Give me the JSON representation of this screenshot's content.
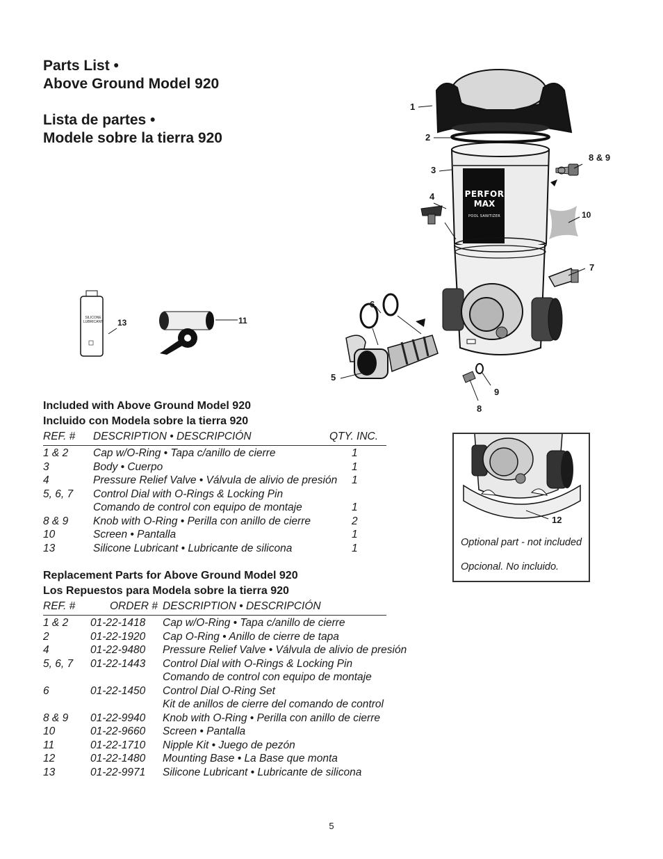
{
  "heading": {
    "line1": "Parts List •",
    "line2": "Above Ground Model 920",
    "line3": "Lista de partes •",
    "line4": "Modele sobre la tierra 920"
  },
  "callouts": {
    "c1": "1",
    "c2": "2",
    "c3": "3",
    "c4": "4",
    "c5": "5",
    "c6": "6",
    "c7": "7",
    "c8": "8",
    "c9": "9",
    "c10": "10",
    "c11": "11",
    "c12": "12",
    "c13": "13",
    "c89": "8 & 9"
  },
  "product_label": {
    "brand_line1": "PERFOR",
    "brand_line2": "MAX",
    "sub": "POOL SANITIZER"
  },
  "bottle_label": {
    "line1": "SILICONE",
    "line2": "LUBRICANT"
  },
  "included": {
    "title1": "Included with Above Ground Model 920",
    "title2": "Incluido con Modela sobre la tierra 920",
    "headers": {
      "ref": "REF. #",
      "desc": "DESCRIPTION • DESCRIPCIÓN",
      "qty": "QTY. INC."
    },
    "rows": [
      {
        "ref": "1 & 2",
        "desc": "Cap w/O-Ring • Tapa c/anillo de cierre",
        "qty": "1"
      },
      {
        "ref": "3",
        "desc": "Body • Cuerpo",
        "qty": "1"
      },
      {
        "ref": "4",
        "desc": "Pressure Relief Valve • Válvula de alivio de presión",
        "qty": "1"
      },
      {
        "ref": "5, 6, 7",
        "desc": "Control Dial with O-Rings & Locking Pin",
        "qty": ""
      },
      {
        "ref": "",
        "desc": "Comando de control con equipo de montaje",
        "qty": "1"
      },
      {
        "ref": "8 & 9",
        "desc": "Knob with O-Ring • Perilla con anillo de cierre",
        "qty": "2"
      },
      {
        "ref": "10",
        "desc": "Screen • Pantalla",
        "qty": "1"
      },
      {
        "ref": "13",
        "desc": "Silicone Lubricant • Lubricante de silicona",
        "qty": "1"
      }
    ]
  },
  "replacement": {
    "title1": "Replacement Parts for Above Ground Model 920",
    "title2": "Los Repuestos para Modela sobre la tierra 920",
    "headers": {
      "ref": "REF. #",
      "order": "ORDER #",
      "desc": "DESCRIPTION •  DESCRIPCIÓN"
    },
    "rows": [
      {
        "ref": "1 & 2",
        "order": "01-22-1418",
        "desc": "Cap w/O-Ring • Tapa c/anillo de cierre"
      },
      {
        "ref": "2",
        "order": "01-22-1920",
        "desc": "Cap O-Ring • Anillo de cierre de tapa"
      },
      {
        "ref": "4",
        "order": "01-22-9480",
        "desc": "Pressure Relief Valve • Válvula de alivio de presión"
      },
      {
        "ref": "5, 6, 7",
        "order": "01-22-1443",
        "desc": "Control Dial with O-Rings & Locking Pin"
      },
      {
        "ref": "",
        "order": "",
        "desc": "Comando de control con equipo de montaje"
      },
      {
        "ref": "6",
        "order": "01-22-1450",
        "desc": "Control Dial O-Ring Set"
      },
      {
        "ref": "",
        "order": "",
        "desc": "Kit de anillos de cierre del comando de control"
      },
      {
        "ref": "8 & 9",
        "order": "01-22-9940",
        "desc": "Knob with O-Ring • Perilla con anillo de cierre"
      },
      {
        "ref": "10",
        "order": "01-22-9660",
        "desc": "Screen • Pantalla"
      },
      {
        "ref": "11",
        "order": "01-22-1710",
        "desc": "Nipple Kit • Juego de pezón"
      },
      {
        "ref": "12",
        "order": "01-22-1480",
        "desc": "Mounting  Base • La Base que monta"
      },
      {
        "ref": "13",
        "order": "01-22-9971",
        "desc": "Silicone Lubricant • Lubricante de silicona"
      }
    ]
  },
  "optional": {
    "note1": "Optional part - not included",
    "note2": "Opcional. No incluido."
  },
  "page_number": "5"
}
